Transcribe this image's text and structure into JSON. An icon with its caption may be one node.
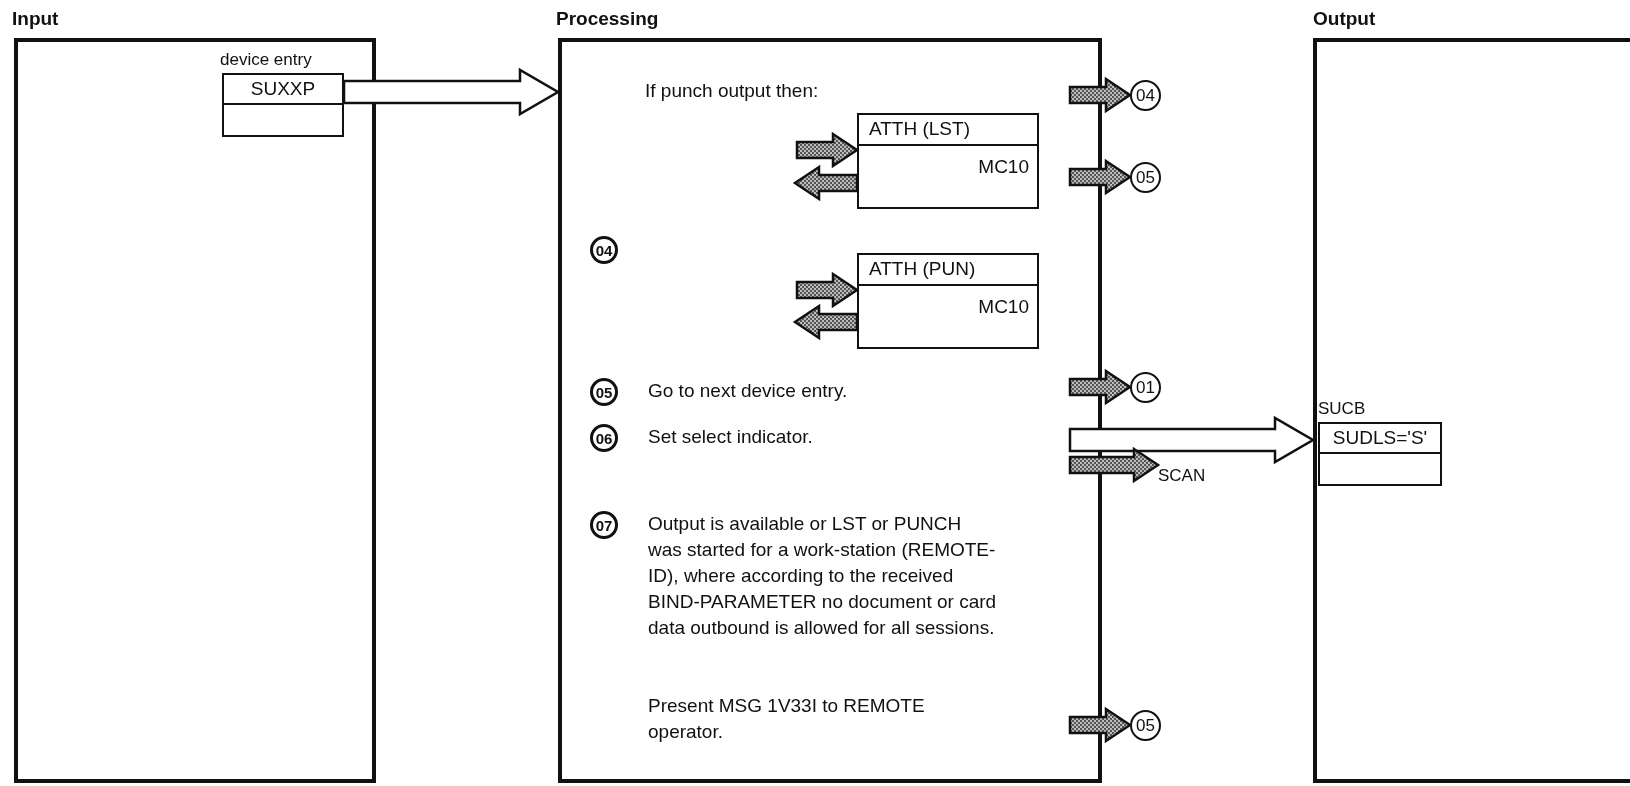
{
  "diagram": {
    "nodes": [
      {
        "text": [
          "Input"
        ]
      },
      {
        "text": [
          "device entry",
          "SUXXP"
        ],
        "in": 0
      },
      {
        "text": [
          "Processing"
        ]
      },
      {
        "text": [
          "ATTH (LST)",
          "MC10"
        ],
        "in": 2
      },
      {
        "text": [
          "04"
        ],
        "in": 2
      },
      {
        "text": [
          "ATTH (PUN)",
          "MC10"
        ],
        "in": 2
      },
      {
        "text": [
          "05"
        ],
        "in": 2,
        "beside": [
          "Go to next device entry."
        ]
      },
      {
        "text": [
          "06"
        ],
        "in": 2,
        "beside": [
          "Set select indicator."
        ]
      },
      {
        "text": [
          "07"
        ],
        "in": 2,
        "beside": [
          "Output is available or LST or PUNCH was started for a work-station (REMOTE-ID), where according to the received BIND-PARAMETER no document or card data outbound is allowed for all sessions.",
          "Present MSG 1V33I to REMOTE operator."
        ]
      },
      {
        "text": [
          "Output"
        ]
      },
      {
        "text": [
          "SUCB",
          "SUDLS='S'"
        ],
        "in": 9
      },
      {
        "text": [
          "04"
        ]
      },
      {
        "text": [
          "05"
        ]
      },
      {
        "text": [
          "01"
        ]
      },
      {
        "text": [
          "SCAN"
        ]
      },
      {
        "text": [
          "05"
        ]
      }
    ],
    "edges": [
      {
        "from": 1,
        "to": 2,
        "arrow": "to",
        "style": "thick"
      },
      {
        "from": 2,
        "to": 11,
        "arrow": "to"
      },
      {
        "from": null,
        "to": 3,
        "arrow": "to"
      },
      {
        "from": 3,
        "to": null,
        "arrow": "to"
      },
      {
        "from": 2,
        "to": 12,
        "arrow": "to"
      },
      {
        "from": null,
        "to": 5,
        "arrow": "to"
      },
      {
        "from": 5,
        "to": null,
        "arrow": "to"
      },
      {
        "from": 2,
        "to": 13,
        "arrow": "to"
      },
      {
        "from": 2,
        "to": 9,
        "arrow": "to",
        "style": "thick"
      },
      {
        "from": 2,
        "to": 14,
        "arrow": "to"
      },
      {
        "from": 2,
        "to": 15,
        "arrow": "to"
      }
    ],
    "labels": [
      "If punch output then:"
    ]
  }
}
